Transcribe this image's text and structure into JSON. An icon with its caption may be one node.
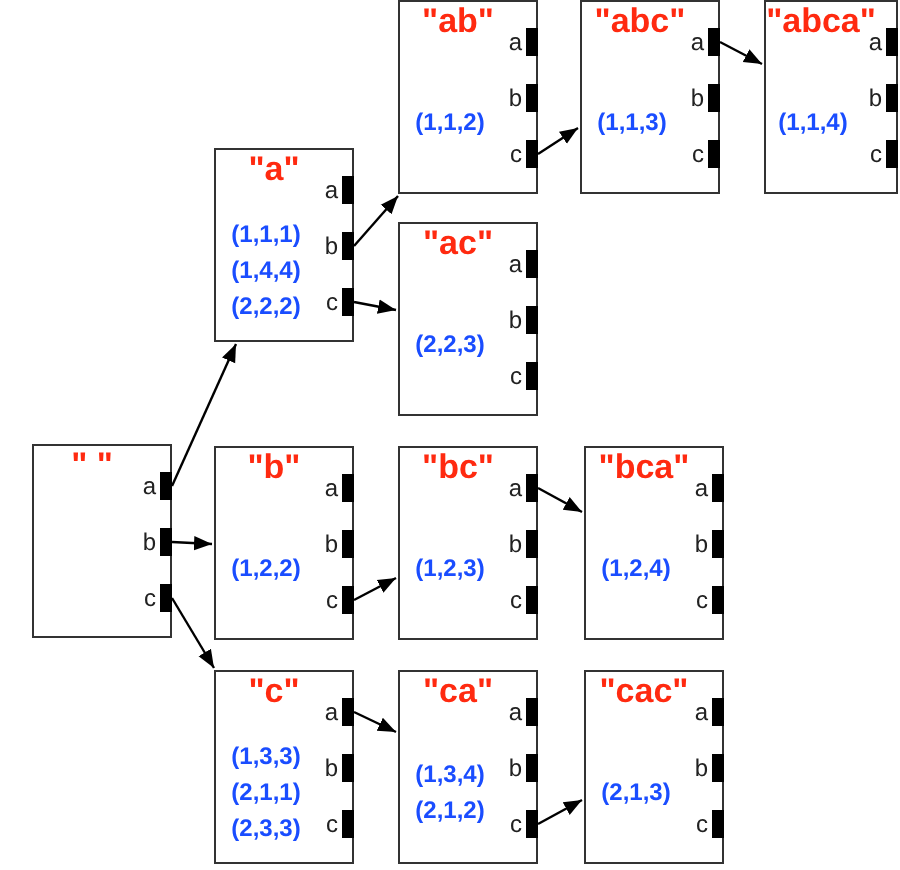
{
  "diagram": {
    "nodes": [
      {
        "text": [
          "\" \""
        ]
      },
      {
        "text": [
          "a"
        ],
        "in": 0
      },
      {
        "text": [
          "b"
        ],
        "in": 0
      },
      {
        "text": [
          "c"
        ],
        "in": 0
      },
      {
        "text": [
          "\"a\"",
          "(1,1,1)",
          "(1,4,4)",
          "(2,2,2)"
        ]
      },
      {
        "text": [
          "a"
        ],
        "in": 4
      },
      {
        "text": [
          "b"
        ],
        "in": 4
      },
      {
        "text": [
          "c"
        ],
        "in": 4
      },
      {
        "text": [
          "\"ab\"",
          "(1,1,2)"
        ]
      },
      {
        "text": [
          "a"
        ],
        "in": 8
      },
      {
        "text": [
          "b"
        ],
        "in": 8
      },
      {
        "text": [
          "c"
        ],
        "in": 8
      },
      {
        "text": [
          "\"abc\"",
          "(1,1,3)"
        ]
      },
      {
        "text": [
          "a"
        ],
        "in": 12
      },
      {
        "text": [
          "b"
        ],
        "in": 12
      },
      {
        "text": [
          "c"
        ],
        "in": 12
      },
      {
        "text": [
          "\"abca\"",
          "(1,1,4)"
        ]
      },
      {
        "text": [
          "a"
        ],
        "in": 16
      },
      {
        "text": [
          "b"
        ],
        "in": 16
      },
      {
        "text": [
          "c"
        ],
        "in": 16
      },
      {
        "text": [
          "\"ac\"",
          "(2,2,3)"
        ]
      },
      {
        "text": [
          "a"
        ],
        "in": 20
      },
      {
        "text": [
          "b"
        ],
        "in": 20
      },
      {
        "text": [
          "c"
        ],
        "in": 20
      },
      {
        "text": [
          "\"b\"",
          "(1,2,2)"
        ]
      },
      {
        "text": [
          "a"
        ],
        "in": 24
      },
      {
        "text": [
          "b"
        ],
        "in": 24
      },
      {
        "text": [
          "c"
        ],
        "in": 24
      },
      {
        "text": [
          "\"bc\"",
          "(1,2,3)"
        ]
      },
      {
        "text": [
          "a"
        ],
        "in": 28
      },
      {
        "text": [
          "b"
        ],
        "in": 28
      },
      {
        "text": [
          "c"
        ],
        "in": 28
      },
      {
        "text": [
          "\"bca\"",
          "(1,2,4)"
        ]
      },
      {
        "text": [
          "a"
        ],
        "in": 32
      },
      {
        "text": [
          "b"
        ],
        "in": 32
      },
      {
        "text": [
          "c"
        ],
        "in": 32
      },
      {
        "text": [
          "\"c\"",
          "(1,3,3)",
          "(2,1,1)",
          "(2,3,3)"
        ]
      },
      {
        "text": [
          "a"
        ],
        "in": 36
      },
      {
        "text": [
          "b"
        ],
        "in": 36
      },
      {
        "text": [
          "c"
        ],
        "in": 36
      },
      {
        "text": [
          "\"ca\"",
          "(1,3,4)",
          "(2,1,2)"
        ]
      },
      {
        "text": [
          "a"
        ],
        "in": 40
      },
      {
        "text": [
          "b"
        ],
        "in": 40
      },
      {
        "text": [
          "c"
        ],
        "in": 40
      },
      {
        "text": [
          "\"cac\"",
          "(2,1,3)"
        ]
      },
      {
        "text": [
          "a"
        ],
        "in": 44
      },
      {
        "text": [
          "b"
        ],
        "in": 44
      },
      {
        "text": [
          "c"
        ],
        "in": 44
      }
    ],
    "edges": [
      {
        "from": 1,
        "to": 4,
        "arrow": "to"
      },
      {
        "from": 2,
        "to": 24,
        "arrow": "to"
      },
      {
        "from": 3,
        "to": 36,
        "arrow": "to"
      },
      {
        "from": 6,
        "to": 8,
        "arrow": "to"
      },
      {
        "from": 7,
        "to": 20,
        "arrow": "to"
      },
      {
        "from": 11,
        "to": 12,
        "arrow": "to"
      },
      {
        "from": 13,
        "to": 16,
        "arrow": "to"
      },
      {
        "from": 27,
        "to": 28,
        "arrow": "to"
      },
      {
        "from": 29,
        "to": 32,
        "arrow": "to"
      },
      {
        "from": 37,
        "to": 40,
        "arrow": "to"
      },
      {
        "from": 43,
        "to": 44,
        "arrow": "to"
      }
    ]
  }
}
